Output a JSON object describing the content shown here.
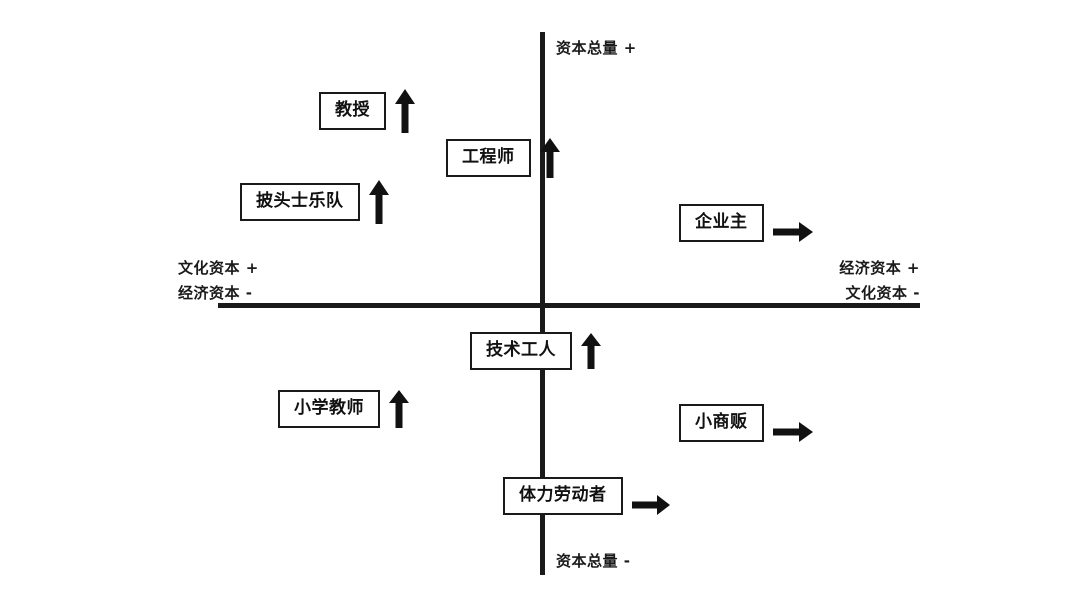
{
  "diagram": {
    "title": "Bourdieu capital space quadrant diagram",
    "background_color": "#ffffff",
    "line_color": "#1a1a1a",
    "axes": {
      "vertical_top_label": "资本总量 +",
      "vertical_bottom_label": "资本总量 -",
      "left_label_line1": "文化资本 +",
      "left_label_line2": "经济资本 -",
      "right_label_line1": "经济资本 +",
      "right_label_line2": "文化资本 -"
    },
    "nodes": [
      {
        "id": "professor",
        "label": "教授",
        "arrow": "up-arrow-icon",
        "quadrant": "upper-left"
      },
      {
        "id": "engineer",
        "label": "工程师",
        "arrow": "up-arrow-icon",
        "quadrant": "upper-center"
      },
      {
        "id": "beatles",
        "label": "披头士乐队",
        "arrow": "up-arrow-icon",
        "quadrant": "upper-left"
      },
      {
        "id": "business-owner",
        "label": "企业主",
        "arrow": "right-arrow-icon",
        "quadrant": "upper-right"
      },
      {
        "id": "skilled-worker",
        "label": "技术工人",
        "arrow": "up-arrow-icon",
        "quadrant": "lower-center"
      },
      {
        "id": "primary-teacher",
        "label": "小学教师",
        "arrow": "up-arrow-icon",
        "quadrant": "lower-left"
      },
      {
        "id": "small-vendor",
        "label": "小商贩",
        "arrow": "right-arrow-icon",
        "quadrant": "lower-right"
      },
      {
        "id": "manual-laborer",
        "label": "体力劳动者",
        "arrow": "right-arrow-icon",
        "quadrant": "lower-center"
      }
    ]
  }
}
